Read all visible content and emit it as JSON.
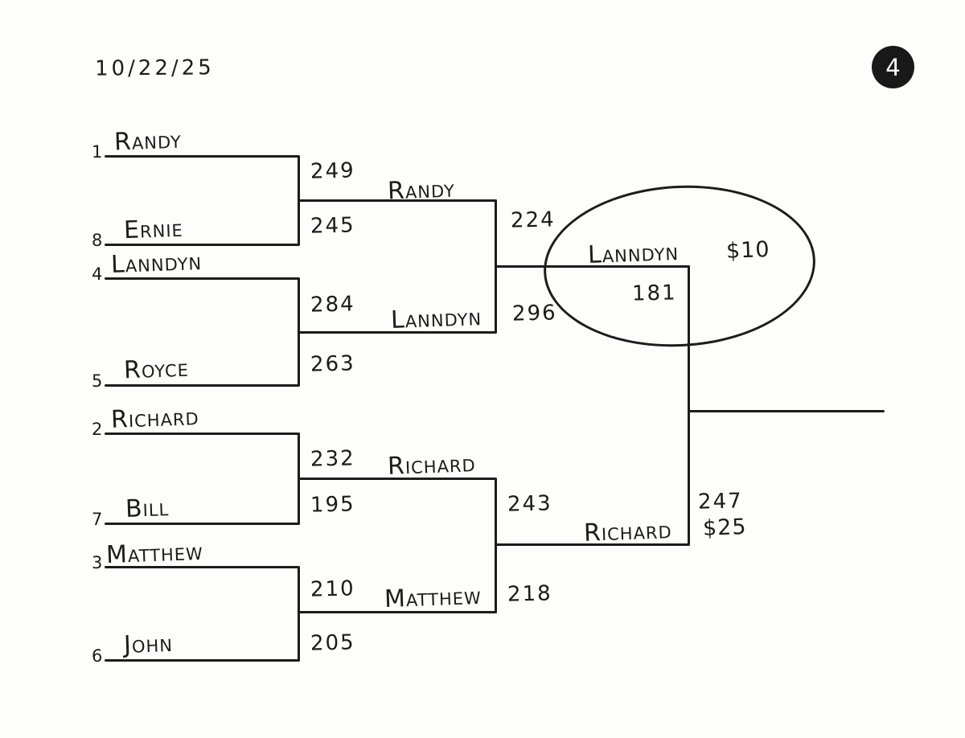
{
  "header": {
    "date": "10/22/25",
    "page_number": "4"
  },
  "round1": [
    {
      "seed_top": "1",
      "player_top": "Randy",
      "score_top": "249",
      "seed_bottom": "8",
      "player_bottom": "Ernie",
      "score_bottom": "245",
      "winner": "Randy"
    },
    {
      "seed_top": "4",
      "player_top": "Lanndyn",
      "score_top": "284",
      "seed_bottom": "5",
      "player_bottom": "Royce",
      "score_bottom": "263",
      "winner": "Lanndyn"
    },
    {
      "seed_top": "2",
      "player_top": "Richard",
      "score_top": "232",
      "seed_bottom": "7",
      "player_bottom": "Bill",
      "score_bottom": "195",
      "winner": "Richard"
    },
    {
      "seed_top": "3",
      "player_top": "Matthew",
      "score_top": "210",
      "seed_bottom": "6",
      "player_bottom": "John",
      "score_bottom": "205",
      "winner": "Matthew"
    }
  ],
  "semifinals": [
    {
      "score_top": "224",
      "score_bottom": "296",
      "winner": "Lanndyn",
      "prize": "$10",
      "final_score": "181",
      "circled": true
    },
    {
      "score_top": "243",
      "score_bottom": "218",
      "winner": "Richard",
      "prize": "$25",
      "final_score": "247",
      "circled": false
    }
  ]
}
